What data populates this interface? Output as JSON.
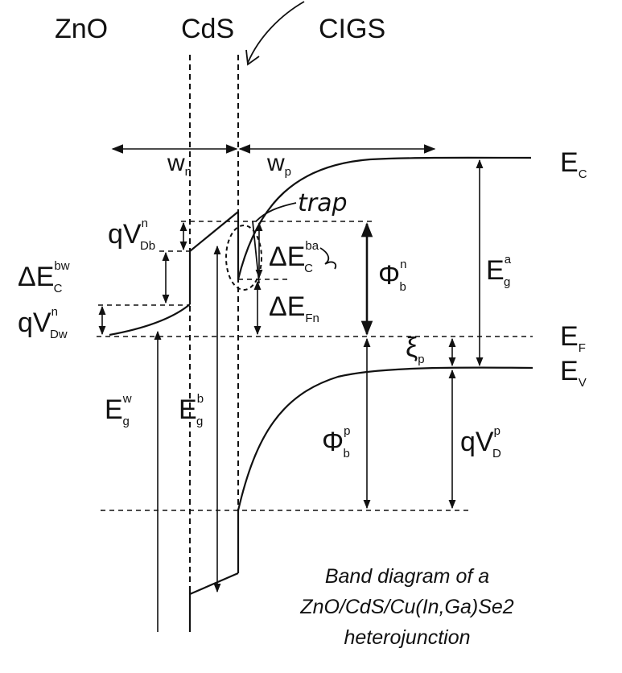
{
  "layers": {
    "zno": "ZnO",
    "cds": "CdS",
    "cigs": "CIGS"
  },
  "widths": {
    "wn": {
      "base": "w",
      "sub": "n"
    },
    "wp": {
      "base": "w",
      "sub": "p"
    }
  },
  "right_labels": {
    "ec": {
      "base": "E",
      "sub": "C"
    },
    "ef": {
      "base": "E",
      "sub": "F"
    },
    "ev": {
      "base": "E",
      "sub": "V"
    }
  },
  "quantities": {
    "qv_db": {
      "base": "qV",
      "sup": "n",
      "sub": "Db"
    },
    "de_c_bw": {
      "base": "ΔE",
      "sup": "bw",
      "sub": "C"
    },
    "qv_dw": {
      "base": "qV",
      "sup": "n",
      "sub": "Dw"
    },
    "de_c_ba": {
      "base": "ΔE",
      "sup": "ba",
      "sub": "C"
    },
    "de_fn": {
      "base": "ΔE",
      "sub": "Fn"
    },
    "phi_bn": {
      "base": "Φ",
      "sup": "n",
      "sub": "b"
    },
    "eg_a": {
      "base": "E",
      "sup": "a",
      "sub": "g"
    },
    "xi_p": {
      "base": "ξ",
      "sub": "p"
    },
    "eg_w": {
      "base": "E",
      "sup": "w",
      "sub": "g"
    },
    "eg_b": {
      "base": "E",
      "sup": "b",
      "sub": "g"
    },
    "phi_bp": {
      "base": "Φ",
      "sup": "p",
      "sub": "b"
    },
    "qv_dp": {
      "base": "qV",
      "sup": "p",
      "sub": "D"
    }
  },
  "annotations": {
    "trap": "trap"
  },
  "caption": {
    "line1": "Band diagram of a",
    "line2": "ZnO/CdS/Cu(In,Ga)Se2",
    "line3": "heterojunction"
  }
}
